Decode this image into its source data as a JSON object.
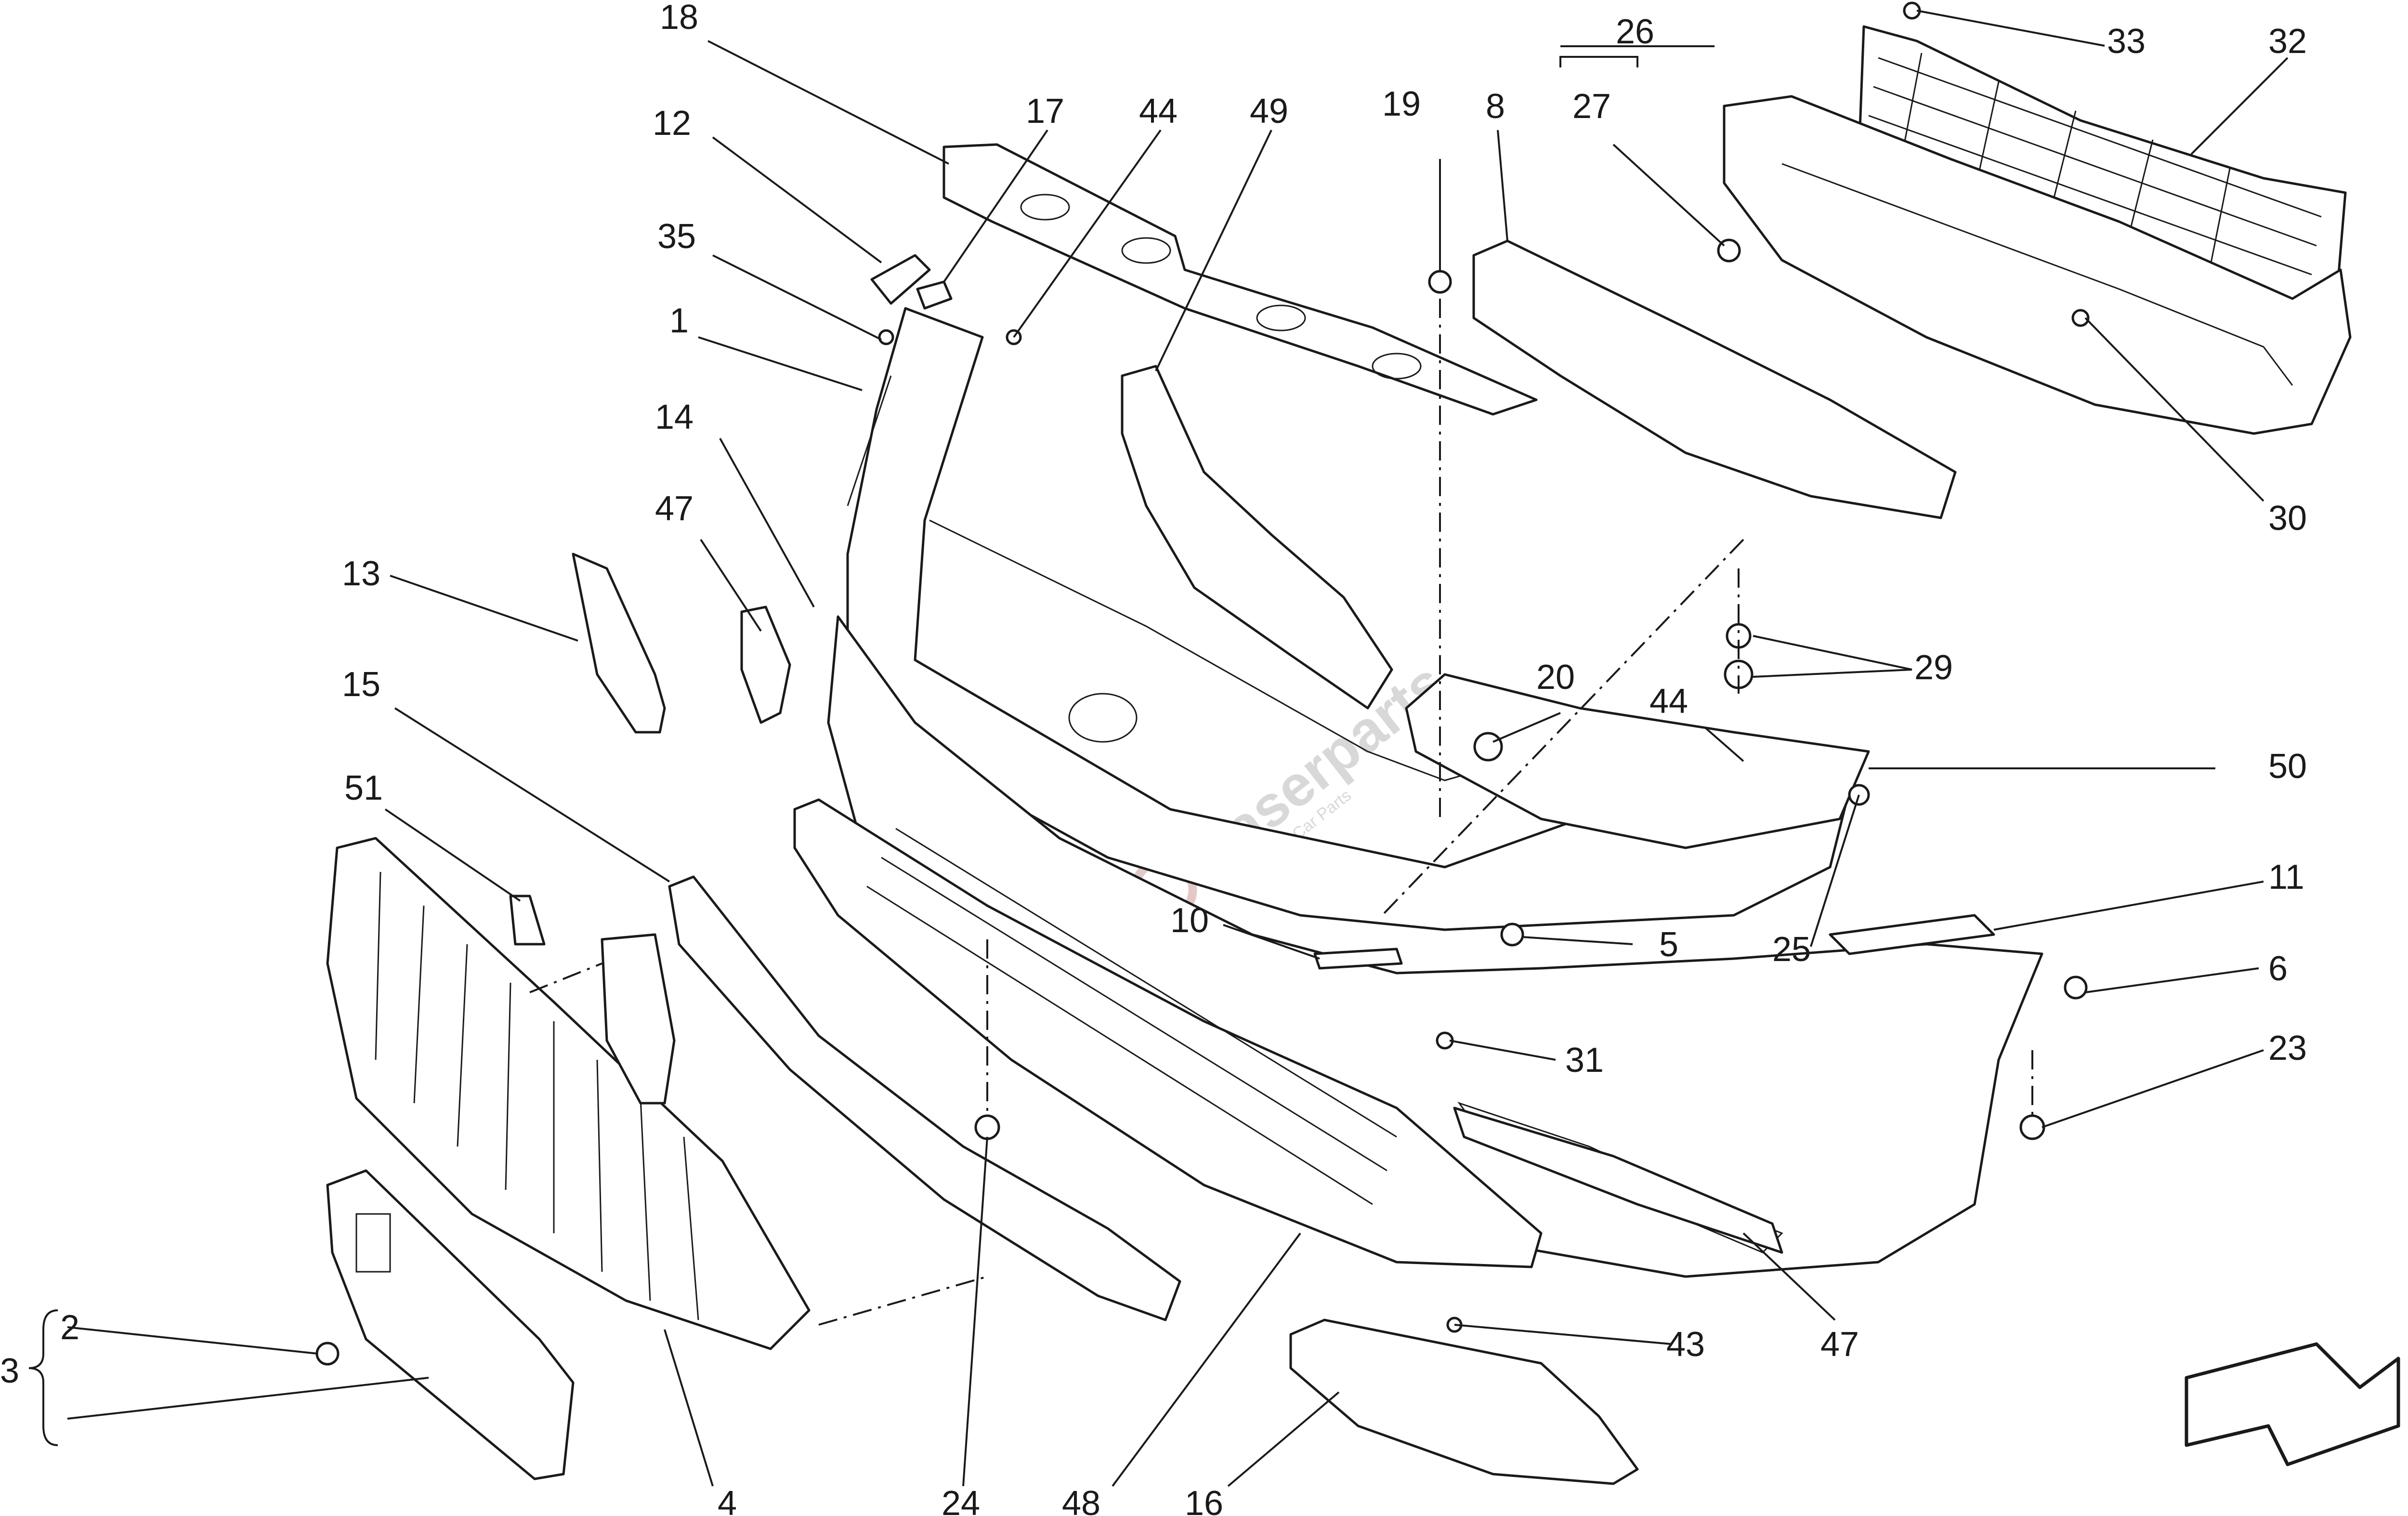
{
  "callouts": {
    "c1": "1",
    "c2": "2",
    "c3": "3",
    "c4": "4",
    "c5": "5",
    "c6": "6",
    "c8": "8",
    "c10": "10",
    "c11": "11",
    "c12": "12",
    "c13": "13",
    "c14": "14",
    "c15": "15",
    "c16": "16",
    "c17": "17",
    "c18": "18",
    "c19": "19",
    "c20": "20",
    "c23": "23",
    "c24": "24",
    "c25": "25",
    "c26": "26",
    "c27": "27",
    "c29": "29",
    "c30": "30",
    "c31": "31",
    "c32": "32",
    "c33": "33",
    "c35": "35",
    "c43": "43",
    "c44a": "44",
    "c44b": "44",
    "c47a": "47",
    "c47b": "47",
    "c48": "48",
    "c49": "49",
    "c50": "50",
    "c51": "51"
  },
  "watermark": {
    "brand": "Maserparts",
    "tagline": "Exclusive Car Parts"
  }
}
